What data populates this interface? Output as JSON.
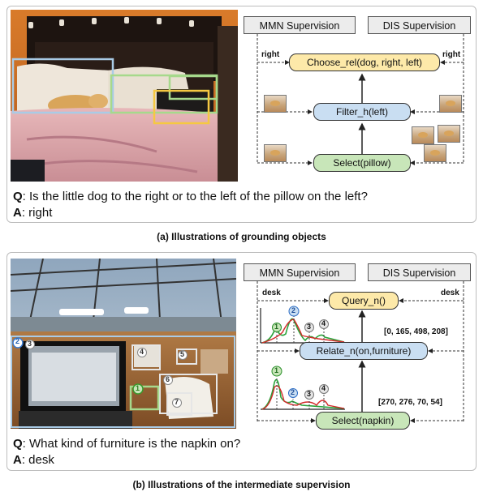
{
  "panel_a": {
    "mmn_label": "MMN Supervision",
    "dis_label": "DIS Supervision",
    "nodes": {
      "choose": "Choose_rel(dog, right, left)",
      "filter": "Filter_h(left)",
      "select": "Select(pillow)"
    },
    "side_left": "right",
    "side_right": "right",
    "question_prefix": "Q",
    "question": ": Is the little dog to the right or to the left of the pillow on the left?",
    "answer_prefix": "A",
    "answer": ": right",
    "caption": "(a) Illustrations of grounding objects",
    "colors": {
      "box_blue": "#a9cbe6",
      "box_green": "#a6d98c",
      "box_yellow": "#f5c842"
    }
  },
  "panel_b": {
    "mmn_label": "MMN Supervision",
    "dis_label": "DIS Supervision",
    "nodes": {
      "query": "Query_n()",
      "relate": "Relate_n(on,furniture)",
      "select": "Select(napkin)"
    },
    "side_left": "desk",
    "side_right": "desk",
    "coords_top": "[0, 165, 498, 208]",
    "coords_bottom": "[270, 276, 70, 54]",
    "box_numbers": [
      "1",
      "2",
      "3",
      "4",
      "5",
      "6",
      "7"
    ],
    "question_prefix": "Q",
    "question": ": What kind of furniture is the napkin on?",
    "answer_prefix": "A",
    "answer": ": desk",
    "caption": "(b) Illustrations of the intermediate supervision"
  }
}
